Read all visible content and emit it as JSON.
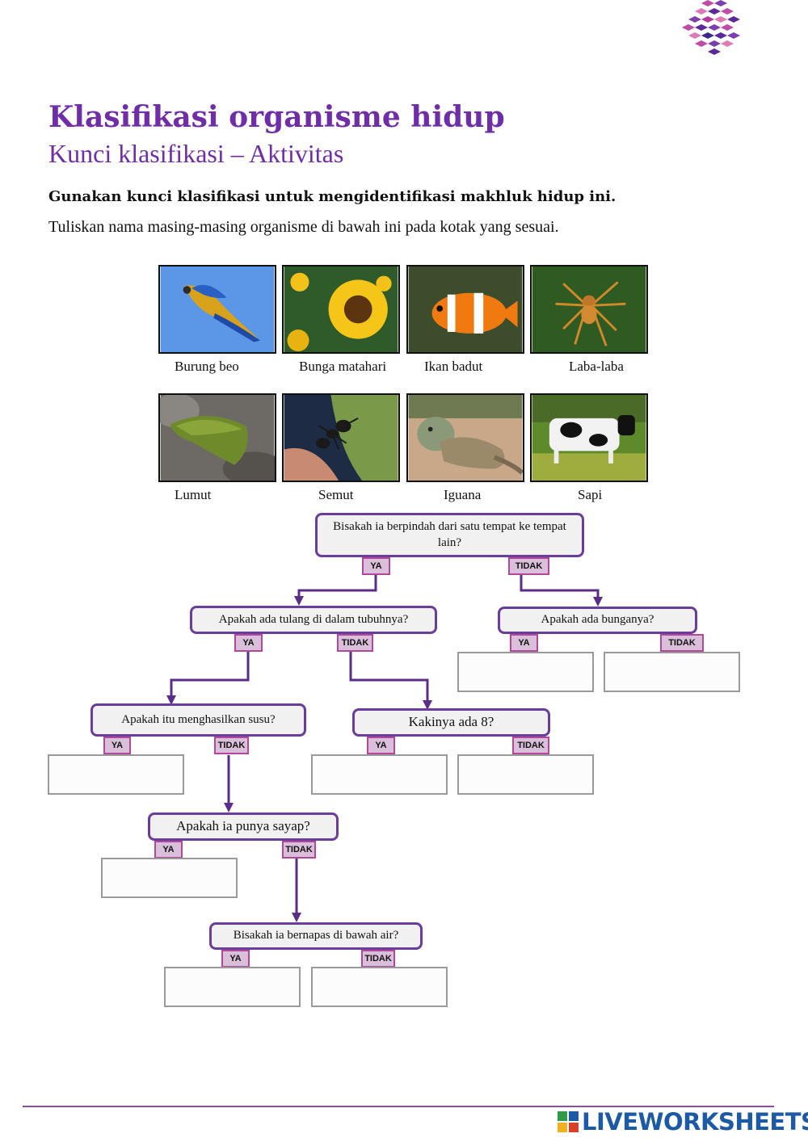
{
  "header": {
    "title": "Klasifikasi organisme hidup",
    "subtitle": "Kunci klasifikasi – Aktivitas",
    "instruction": "Gunakan kunci klasifikasi untuk mengidentifikasi makhluk hidup ini.",
    "sub_instruction": "Tuliskan nama masing-masing organisme di bawah ini pada kotak yang sesuai."
  },
  "organisms": [
    {
      "name": "Burung beo",
      "icon": "parrot-photo"
    },
    {
      "name": "Bunga matahari",
      "icon": "sunflower-photo"
    },
    {
      "name": "Ikan badut",
      "icon": "clownfish-photo"
    },
    {
      "name": "Laba-laba",
      "icon": "spider-photo"
    },
    {
      "name": "Lumut",
      "icon": "moss-photo"
    },
    {
      "name": "Semut",
      "icon": "ant-photo"
    },
    {
      "name": "Iguana",
      "icon": "iguana-photo"
    },
    {
      "name": "Sapi",
      "icon": "cow-photo"
    }
  ],
  "key": {
    "yes_label": "YA",
    "no_label": "TIDAK",
    "questions": {
      "move": "Bisakah ia berpindah dari satu tempat ke tempat lain?",
      "bones": "Apakah ada tulang di dalam tubuhnya?",
      "flower": "Apakah ada bunganya?",
      "milk": "Apakah itu menghasilkan susu?",
      "legs": "Kakinya ada 8?",
      "wings": "Apakah ia punya sayap?",
      "breathe": "Bisakah ia bernapas di bawah air?"
    }
  },
  "colors": {
    "title": "#6f2da8",
    "question_border": "#6a3d9a",
    "tag_fill": "#d9bfd9",
    "tag_border": "#b3479c",
    "brand": "#1d5aa6"
  },
  "footer": {
    "brand": "LIVEWORKSHEETS"
  }
}
